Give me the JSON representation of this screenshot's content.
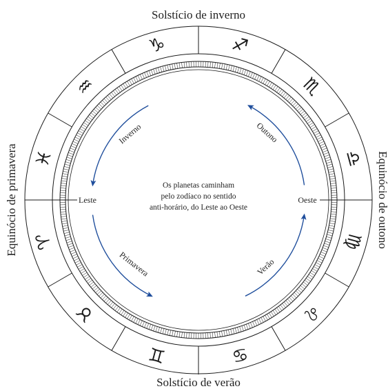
{
  "solstices": {
    "top": "Solstício de inverno",
    "bottom": "Solstício de verão"
  },
  "equinoxes": {
    "left": "Equinócio de primavera",
    "right": "Equinócio de outono"
  },
  "directions": {
    "east": "Leste",
    "west": "Oeste"
  },
  "seasons": {
    "winter": "Inverno",
    "autumn": "Outono",
    "spring": "Primavera",
    "summer": "Verão"
  },
  "center_text": {
    "line1": "Os planetas caminham",
    "line2": "pelo zodíaco no sentido",
    "line3": "anti-horário, do Leste ao Oeste"
  },
  "signs": {
    "capricorn": "♑",
    "sagittarius": "♐",
    "scorpio": "♏",
    "libra": "♎",
    "virgo": "♍",
    "leo": "♌",
    "cancer": "♋",
    "gemini": "♊",
    "taurus": "♉",
    "aries": "♈",
    "pisces": "♓",
    "aquarius": "♒"
  },
  "colors": {
    "arrow": "#1f4e9c",
    "line": "#1a1a1a"
  }
}
